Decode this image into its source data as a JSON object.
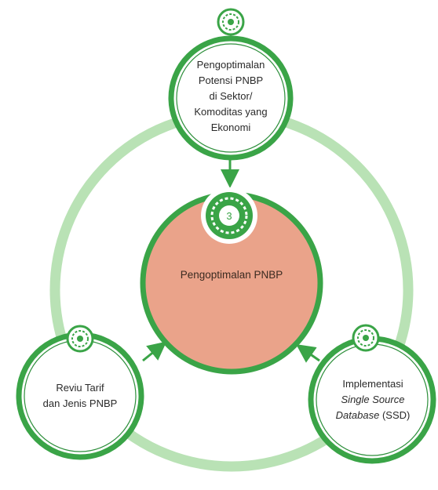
{
  "colors": {
    "ring": "#b9e2b5",
    "node_border": "#3aa447",
    "node_border_dark": "#2e8f3c",
    "center_fill": "#eaa38a",
    "arrow": "#3aa447"
  },
  "center": {
    "label": "Pengoptimalan PNBP",
    "badge_icon": "gear-badge-icon",
    "badge_text": "3"
  },
  "nodes": {
    "top": {
      "lines": [
        "Pengoptimalan",
        "Potensi PNBP",
        "di Sektor/",
        "Komoditas yang",
        "Ekonomi"
      ],
      "badge_icon": "gear-badge-icon"
    },
    "left": {
      "lines": [
        "Reviu Tarif",
        "dan Jenis PNBP"
      ],
      "badge_icon": "gear-badge-icon"
    },
    "right": {
      "line1": "Implementasi",
      "line2": "Single Source",
      "line3_italic": "Database",
      "line3_rest": " (SSD)",
      "badge_icon": "gear-badge-icon"
    }
  }
}
